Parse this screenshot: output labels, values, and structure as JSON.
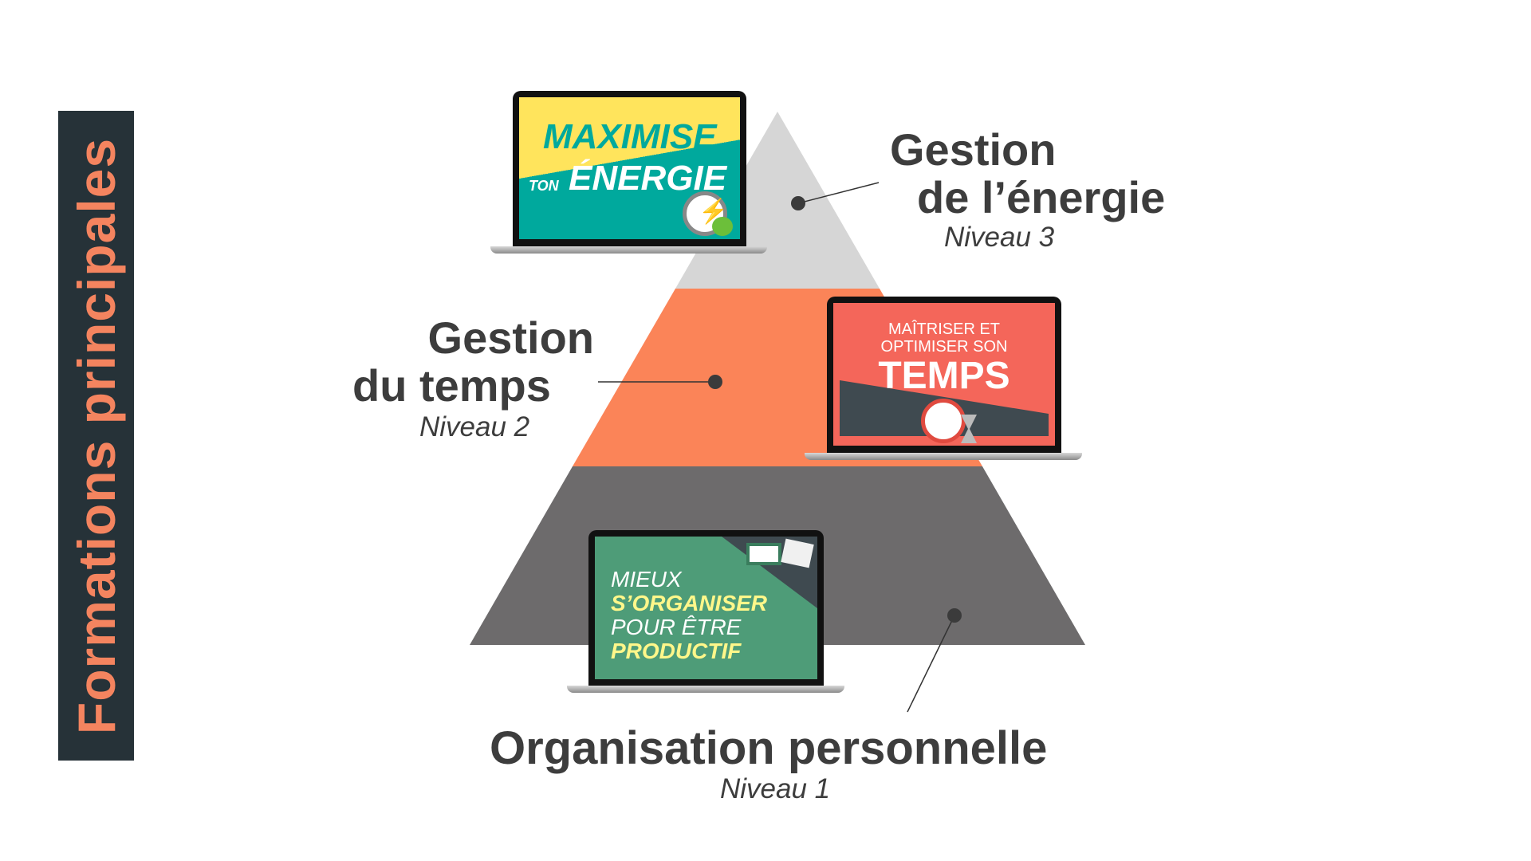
{
  "sidebar": {
    "title": "Formations principales"
  },
  "colors": {
    "top": "#d6d6d6",
    "middle": "#fb8458",
    "bottom": "#6d6b6c",
    "sidebar": "#263238",
    "accent": "#f4845f"
  },
  "levels": [
    {
      "title_line1": "Gestion",
      "title_line2": "de l’énergie",
      "level": "Niveau 3",
      "course": {
        "line1": "MAXIMISE",
        "line2": "TON",
        "line3": "ÉNERGIE"
      }
    },
    {
      "title_line1": "Gestion",
      "title_line2": "du temps",
      "level": "Niveau 2",
      "course": {
        "line1": "MAÎTRISER ET",
        "line2": "OPTIMISER SON",
        "line3": "TEMPS"
      }
    },
    {
      "title_line1": "Organisation personnelle",
      "level": "Niveau 1",
      "course": {
        "line1": "MIEUX",
        "line2": "S’ORGANISER",
        "line3": "POUR ÊTRE",
        "line4": "PRODUCTIF"
      }
    }
  ]
}
